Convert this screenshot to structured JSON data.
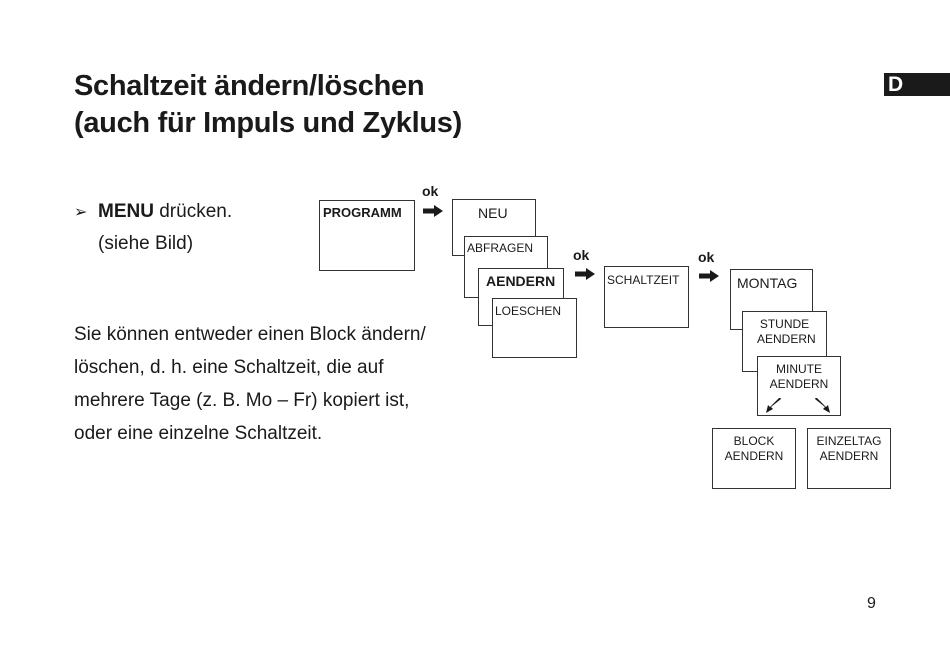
{
  "page": {
    "title_line1": "Schaltzeit ändern/löschen",
    "title_line2": "(auch für Impuls und Zyklus)",
    "language_tab": "D",
    "page_number": "9"
  },
  "instructions": {
    "bullet": "➢",
    "step_bold": "MENU",
    "step_rest": " drücken.",
    "step_note": "(siehe Bild)"
  },
  "body": {
    "line1": "Sie können entweder einen Block ändern/",
    "line2": "löschen, d. h. eine Schaltzeit, die auf",
    "line3": "mehrere Tage (z. B. Mo – Fr) kopiert ist,",
    "line4": "oder eine einzelne Schaltzeit."
  },
  "diagram": {
    "ok_label": "ok",
    "programm": "PROGRAMM",
    "neu": "NEU",
    "abfragen": "ABFRAGEN",
    "aendern": "AENDERN",
    "loeschen": "LOESCHEN",
    "schaltzeit": "SCHALTZEIT",
    "montag": "MONTAG",
    "stunde_aendern": "STUNDE AENDERN",
    "minute_aendern": "MINUTE AENDERN",
    "block_aendern": "BLOCK AENDERN",
    "einzeltag_aendern": "EINZELTAG AENDERN"
  }
}
